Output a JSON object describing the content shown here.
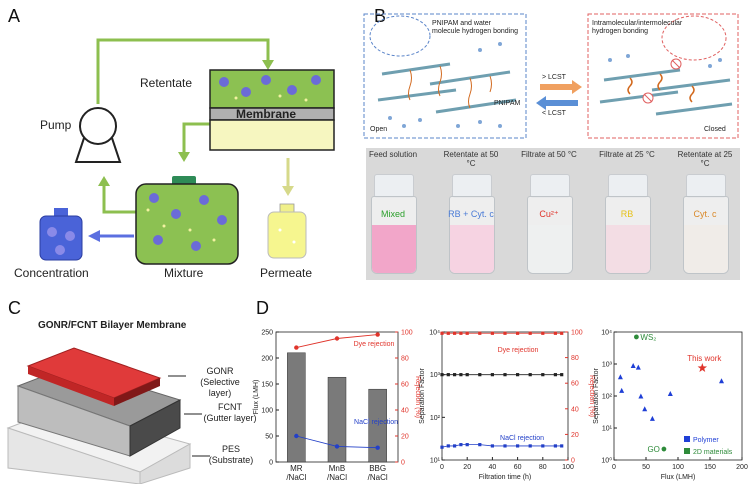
{
  "panels": {
    "a": "A",
    "b": "B",
    "c": "C",
    "d": "D"
  },
  "a": {
    "retentate": "Retentate",
    "membrane": "Membrane",
    "pump": "Pump",
    "concentration": "Concentration",
    "mixture": "Mixture",
    "permeate": "Permeate"
  },
  "b": {
    "open_note": "PNIPAM and water molecule hydrogen bonding",
    "pnipam": "PNIPAM",
    "open": "Open",
    "gt_lcst": "> LCST",
    "lt_lcst": "< LCST",
    "closed_note": "Intramolecular/intermolecular hydrogen bonding",
    "closed": "Closed",
    "vials": [
      {
        "label": "Feed solution",
        "content": "Mixed",
        "color": "#2ca02c",
        "liquid": "#f2a6c9"
      },
      {
        "label": "Retentate at 50 °C",
        "content": "RB + Cyt. c",
        "color": "#4a7bd6",
        "liquid": "#f6d3e2"
      },
      {
        "label": "Filtrate at 50 °C",
        "content": "Cu²⁺",
        "color": "#e0342b",
        "liquid": "#eef0f0"
      },
      {
        "label": "Filtrate at 25 °C",
        "content": "RB",
        "color": "#e6c21a",
        "liquid": "#f3dde4"
      },
      {
        "label": "Retentate at 25 °C",
        "content": "Cyt. c",
        "color": "#d9892a",
        "liquid": "#f0ece8"
      }
    ]
  },
  "c": {
    "title": "GONR/FCNT Bilayer Membrane",
    "layers": [
      {
        "name": "GONR",
        "role": "(Selective layer)"
      },
      {
        "name": "FCNT",
        "role": "(Gutter layer)"
      },
      {
        "name": "PES",
        "role": "(Substrate)"
      }
    ]
  },
  "chart_data": [
    {
      "type": "bar",
      "categories": [
        "MR /NaCl",
        "MnB /NaCl",
        "BBG /NaCl"
      ],
      "series": [
        {
          "name": "",
          "axis": "left",
          "values": [
            210,
            163,
            140
          ]
        },
        {
          "name": "Dye rejection",
          "axis": "right",
          "values": [
            88,
            95,
            98
          ]
        },
        {
          "name": "NaCl rejection",
          "axis": "right",
          "values": [
            20,
            12,
            11
          ]
        }
      ],
      "ylabel": "Flux (LMH)",
      "ylim": [
        0,
        250
      ],
      "yticks": [
        "0",
        "50",
        "100",
        "150",
        "200",
        "250"
      ],
      "y2label": "Rejection (%)",
      "y2lim": [
        0,
        100
      ],
      "y2ticks": [
        "0",
        "20",
        "40",
        "60",
        "80",
        "100"
      ],
      "annotations": [
        "Dye rejection",
        "NaCl rejection"
      ]
    },
    {
      "type": "line",
      "x": [
        0,
        5,
        10,
        15,
        20,
        30,
        40,
        50,
        60,
        70,
        80,
        90,
        95
      ],
      "series": [
        {
          "name": "Separation factor",
          "axis": "left",
          "values": [
            1000,
            1000,
            1000,
            1000,
            1000,
            1000,
            1000,
            1000,
            1000,
            1000,
            1000,
            1000,
            1000
          ]
        },
        {
          "name": "Dye rejection",
          "axis": "right",
          "values": [
            99,
            99,
            99,
            99,
            99,
            99,
            99,
            99,
            99,
            99,
            99,
            99,
            99
          ]
        },
        {
          "name": "NaCl rejection",
          "axis": "right",
          "values": [
            10,
            11,
            11,
            12,
            12,
            12,
            11,
            11,
            11,
            11,
            11,
            11,
            11
          ]
        }
      ],
      "xlabel": "Filtration time (h)",
      "xlim": [
        0,
        100
      ],
      "xticks": [
        "0",
        "20",
        "40",
        "60",
        "80",
        "100"
      ],
      "ylabel": "Separation Factor",
      "ylim": [
        10,
        10000
      ],
      "yscale": "log",
      "yticks": [
        "10¹",
        "10²",
        "10³",
        "10⁴"
      ],
      "y2label": "Rejection (%)",
      "y2lim": [
        0,
        100
      ],
      "y2ticks": [
        "0",
        "20",
        "40",
        "60",
        "80",
        "100"
      ],
      "annotations": [
        "Dye rejection",
        "NaCl rejection"
      ]
    },
    {
      "type": "scatter",
      "xlabel": "Flux (LMH)",
      "xlim": [
        0,
        200
      ],
      "xticks": [
        "0",
        "50",
        "100",
        "150",
        "200"
      ],
      "ylabel": "Separation Factor",
      "ylim": [
        1,
        10000
      ],
      "yscale": "log",
      "yticks": [
        "10⁰",
        "10¹",
        "10²",
        "10³",
        "10⁴"
      ],
      "series": [
        {
          "name": "Polymer",
          "color": "#1f3fd6",
          "points": [
            [
              10,
              400
            ],
            [
              12,
              150
            ],
            [
              30,
              900
            ],
            [
              38,
              800
            ],
            [
              42,
              100
            ],
            [
              48,
              40
            ],
            [
              60,
              20
            ],
            [
              88,
              120
            ],
            [
              168,
              300
            ]
          ]
        },
        {
          "name": "2D materials",
          "color": "#2e8b3a",
          "points": [
            [
              35,
              7000
            ],
            [
              78,
              2.2
            ]
          ]
        },
        {
          "name": "This work",
          "color": "#e0342b",
          "points": [
            [
              138,
              750
            ]
          ]
        }
      ],
      "annotations": [
        "WS₂",
        "This work",
        "GO"
      ],
      "legend": "bottom-right"
    }
  ]
}
